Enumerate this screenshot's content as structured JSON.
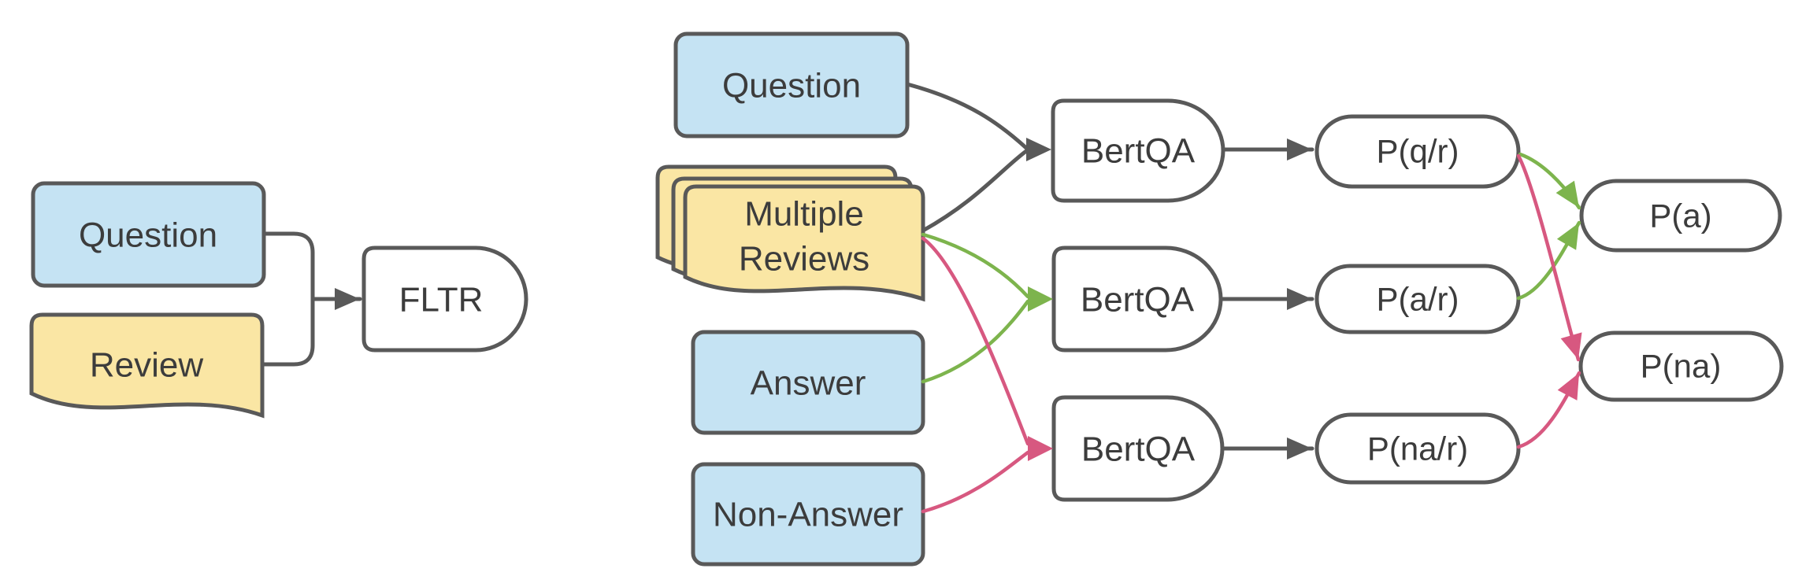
{
  "colors": {
    "edge_gray": "#595959",
    "edge_green": "#7DB44D",
    "edge_pink": "#D75880",
    "node_border": "#595959",
    "blue_fill": "#C5E3F3",
    "yellow_fill": "#FAE6A4",
    "white_fill": "#FFFFFF",
    "text_color": "#3C3C3C",
    "background": "#FFFFFF"
  },
  "left_pipeline": {
    "question_label": "Question",
    "review_label": "Review",
    "fltr_label": "FLTR"
  },
  "right_pipeline": {
    "question_label": "Question",
    "multiple_reviews_line1": "Multiple",
    "multiple_reviews_line2": "Reviews",
    "answer_label": "Answer",
    "non_answer_label": "Non-Answer",
    "bertqa_top_label": "BertQA",
    "bertqa_mid_label": "BertQA",
    "bertqa_bottom_label": "BertQA",
    "p_qr_label": "P(q/r)",
    "p_ar_label": "P(a/r)",
    "p_nar_label": "P(na/r)",
    "p_a_label": "P(a)",
    "p_na_label": "P(na)"
  },
  "edges": [
    {
      "from": "question-left",
      "to": "fltr",
      "color": "gray"
    },
    {
      "from": "review",
      "to": "fltr",
      "color": "gray"
    },
    {
      "from": "question-right",
      "to": "bertqa-top",
      "color": "gray"
    },
    {
      "from": "multiple-reviews",
      "to": "bertqa-top",
      "color": "gray"
    },
    {
      "from": "multiple-reviews",
      "to": "bertqa-mid",
      "color": "green"
    },
    {
      "from": "answer",
      "to": "bertqa-mid",
      "color": "green"
    },
    {
      "from": "multiple-reviews",
      "to": "bertqa-bottom",
      "color": "pink"
    },
    {
      "from": "non-answer",
      "to": "bertqa-bottom",
      "color": "pink"
    },
    {
      "from": "bertqa-top",
      "to": "p-qr",
      "color": "gray"
    },
    {
      "from": "bertqa-mid",
      "to": "p-ar",
      "color": "gray"
    },
    {
      "from": "bertqa-bottom",
      "to": "p-nar",
      "color": "gray"
    },
    {
      "from": "p-qr",
      "to": "p-a",
      "color": "green"
    },
    {
      "from": "p-ar",
      "to": "p-a",
      "color": "green"
    },
    {
      "from": "p-qr",
      "to": "p-na",
      "color": "pink"
    },
    {
      "from": "p-nar",
      "to": "p-na",
      "color": "pink"
    }
  ]
}
